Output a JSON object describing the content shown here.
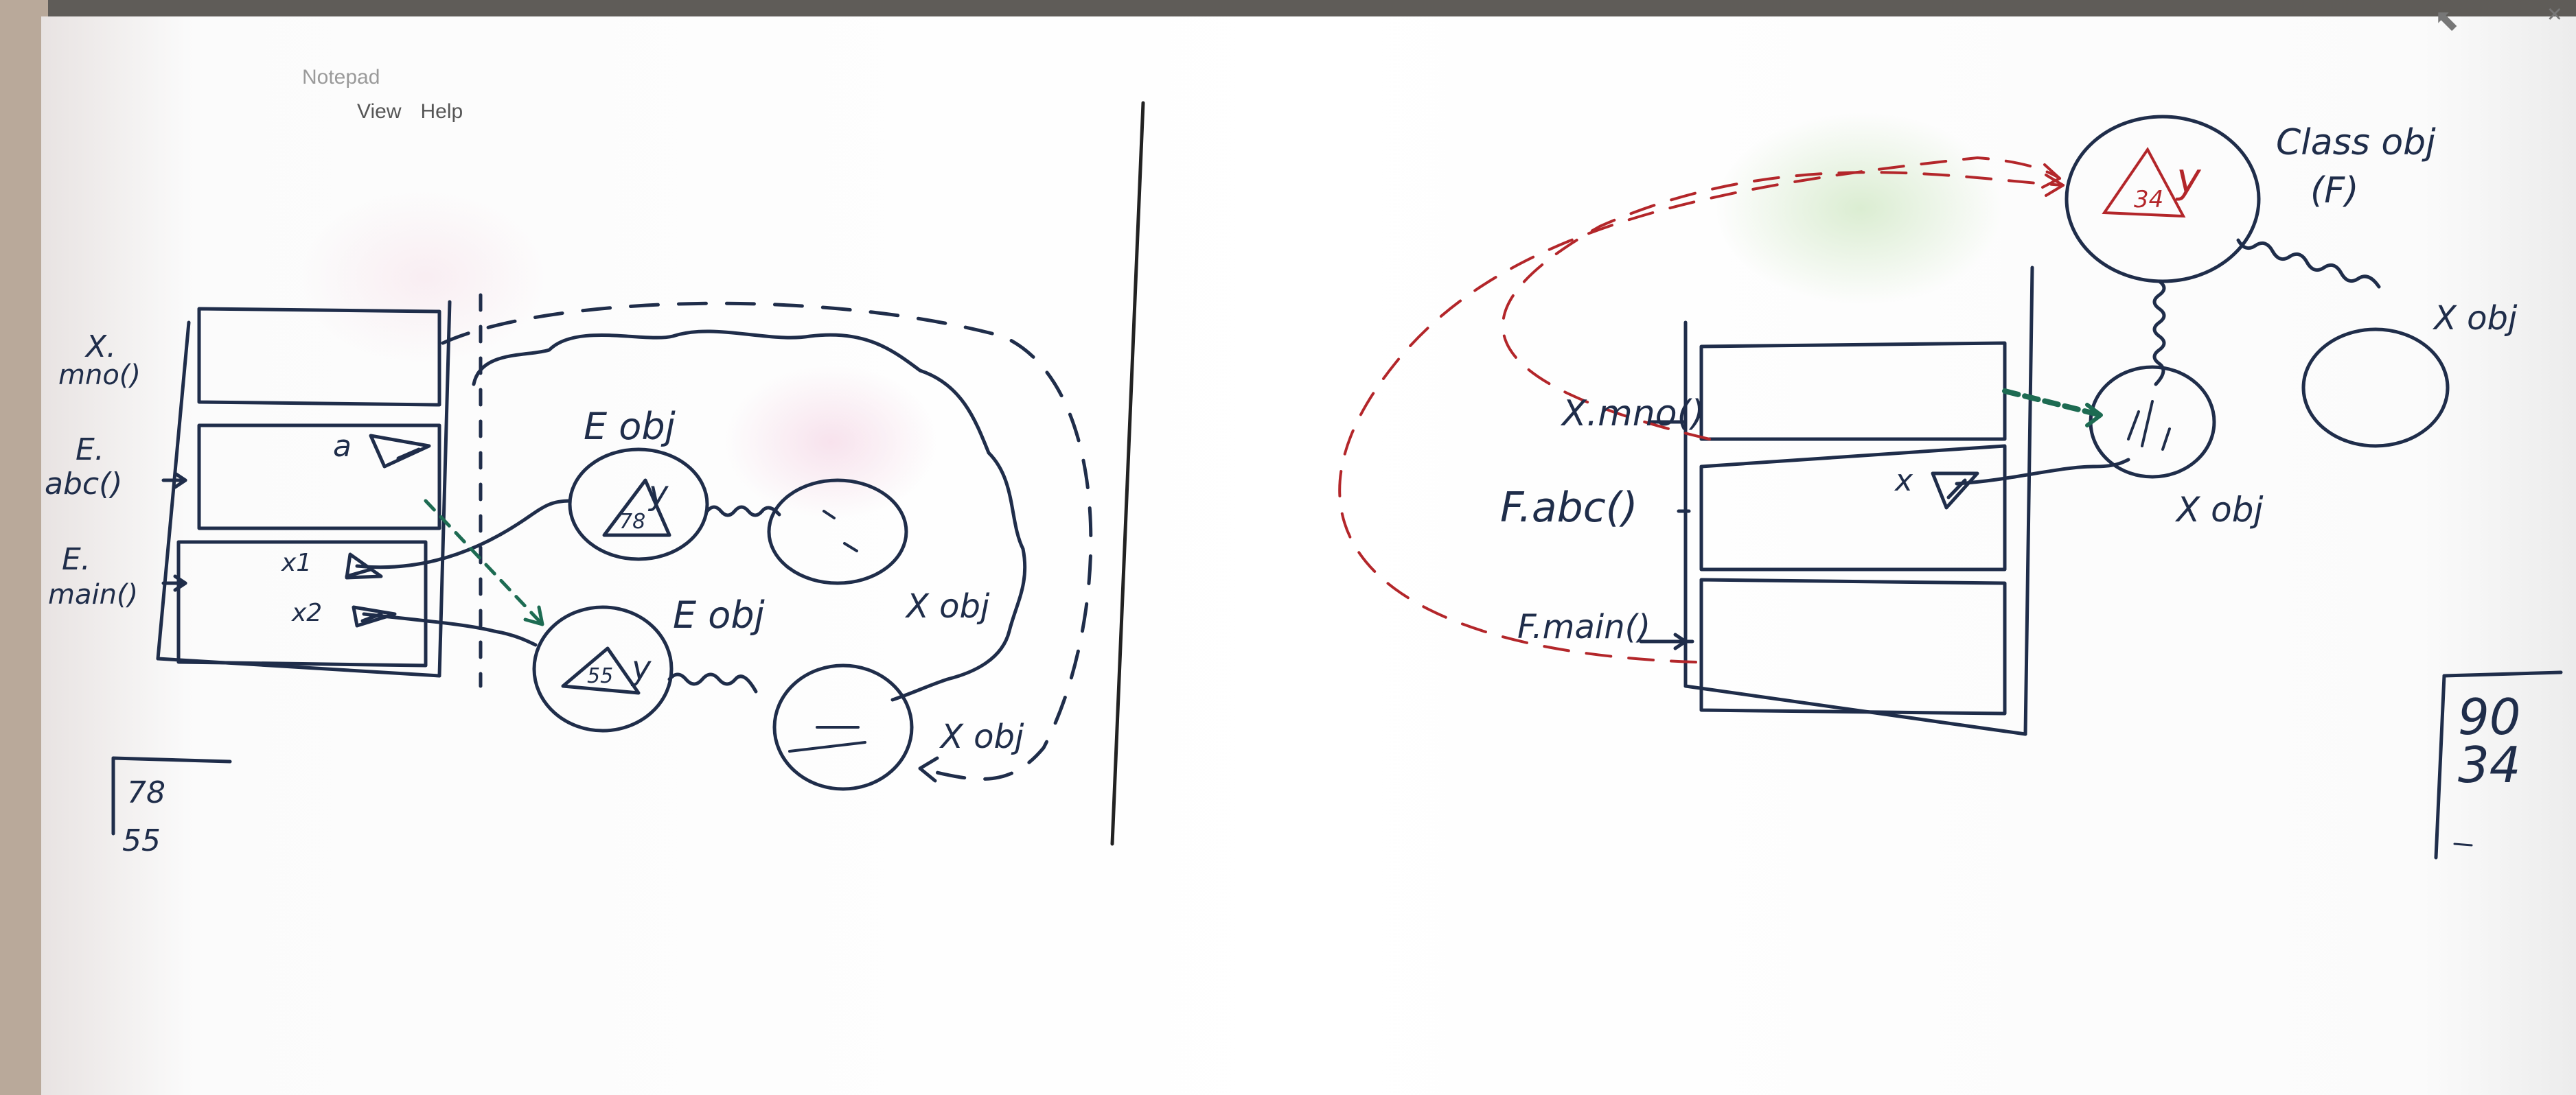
{
  "window": {
    "title": "Notepad",
    "menu": [
      "View",
      "Help"
    ],
    "close_glyph": "×"
  },
  "left_diagram": {
    "stack_labels": [
      "X.",
      "mno()",
      "E.",
      "abc()",
      "E.",
      "main()"
    ],
    "frame_vars": [
      "a",
      "x1",
      "x2"
    ],
    "objects": [
      {
        "label": "E obj",
        "field": "y",
        "value": "78"
      },
      {
        "label": "E obj",
        "field": "y",
        "value": "55"
      }
    ],
    "x_objects": [
      "X obj",
      "X obj"
    ],
    "output": [
      "78",
      "55"
    ]
  },
  "right_diagram": {
    "stack_labels": [
      "X.mno()",
      "F.abc()",
      "F.main()"
    ],
    "frame_vars": [
      "x"
    ],
    "class_object": {
      "label_line1": "Class obj",
      "label_line2": "(F)",
      "field": "y",
      "value": "34"
    },
    "x_objects": [
      "X obj",
      "X obj"
    ],
    "output": [
      "90",
      "34"
    ]
  },
  "colors": {
    "ink": "#1f2d4a",
    "red_ink": "#b3262a",
    "green_ink": "#1d6b52"
  }
}
